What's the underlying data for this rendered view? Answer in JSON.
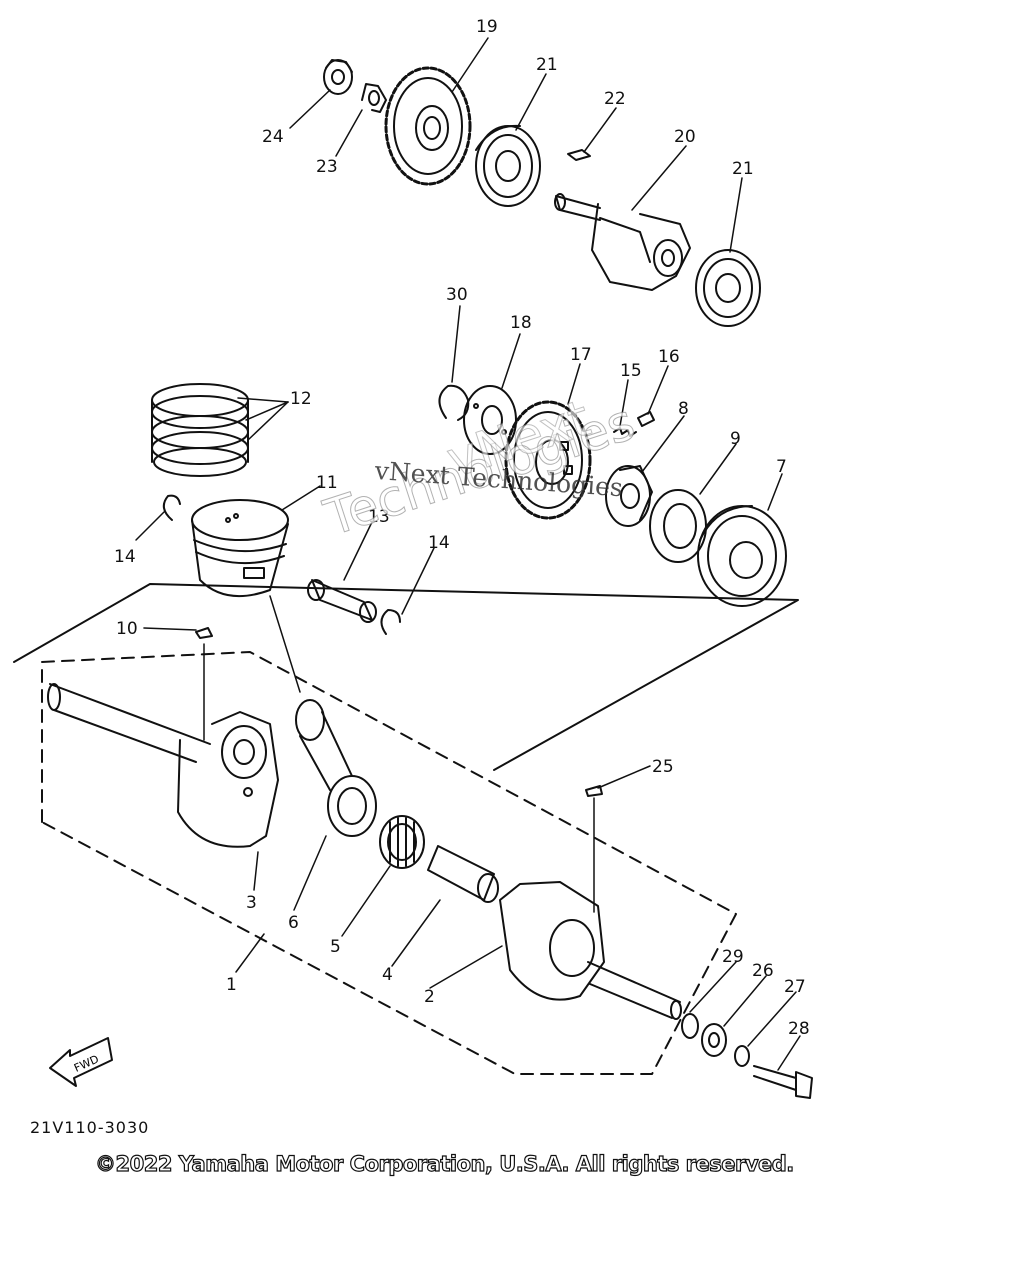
{
  "labels": {
    "l1": "1",
    "l2": "2",
    "l3": "3",
    "l4": "4",
    "l5": "5",
    "l6": "6",
    "l7": "7",
    "l8": "8",
    "l9": "9",
    "l10": "10",
    "l11": "11",
    "l12": "12",
    "l13": "13",
    "l14a": "14",
    "l14b": "14",
    "l15": "15",
    "l16": "16",
    "l17": "17",
    "l18": "18",
    "l19": "19",
    "l20": "20",
    "l21a": "21",
    "l21b": "21",
    "l22": "22",
    "l23": "23",
    "l24": "24",
    "l25": "25",
    "l26": "26",
    "l27": "27",
    "l28": "28",
    "l29": "29",
    "l30": "30"
  },
  "fwd": "FWD",
  "diagram_code": "21V110-3030",
  "copyright": "©2022 Yamaha Motor Corporation, U.S.A. All rights reserved.",
  "watermark": {
    "line1": "vNext Technologies",
    "line2": "Technologies",
    "line3": "vNext"
  }
}
